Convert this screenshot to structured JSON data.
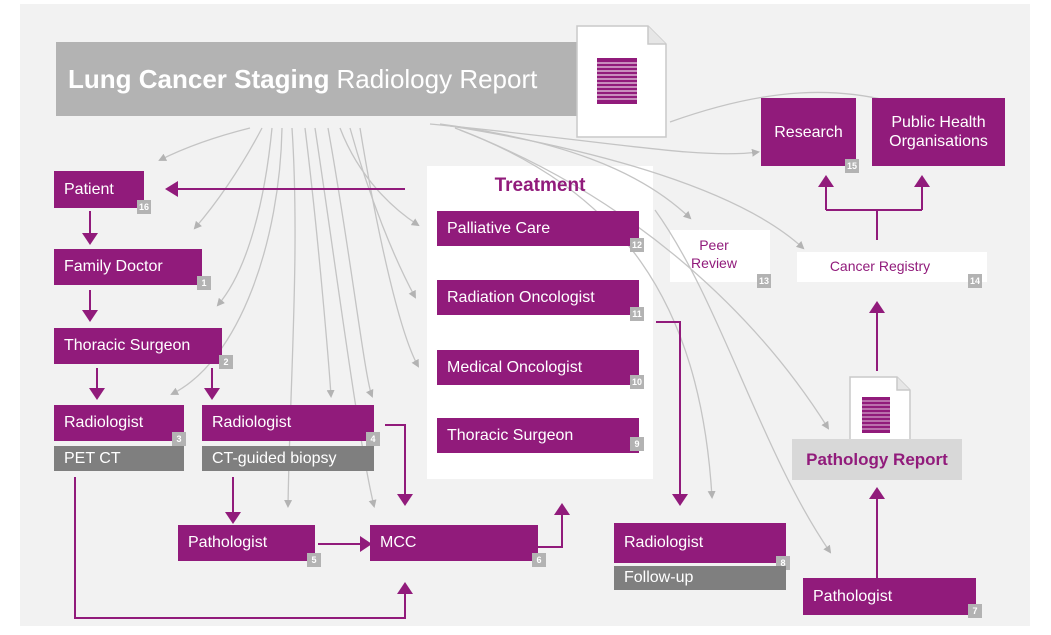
{
  "colors": {
    "brand": "#911b7b",
    "grey_bar": "#b3b3b3",
    "sub_bar": "#7f7f7f",
    "background": "#f2f2f2"
  },
  "header": {
    "title_bold": "Lung Cancer Staging",
    "title_rest": "Radiology Report",
    "doc_icon": "document-icon"
  },
  "nodes": {
    "patient": {
      "label": "Patient",
      "num": "16"
    },
    "family_doctor": {
      "label": "Family Doctor",
      "num": "1"
    },
    "thoracic_surgeon": {
      "label": "Thoracic Surgeon",
      "num": "2"
    },
    "radiologist_pet": {
      "label": "Radiologist",
      "sub": "PET CT",
      "num": "3"
    },
    "radiologist_ct": {
      "label": "Radiologist",
      "sub": "CT-guided biopsy",
      "num": "4"
    },
    "pathologist_5": {
      "label": "Pathologist",
      "num": "5"
    },
    "mcc": {
      "label": "MCC",
      "num": "6"
    },
    "pathologist_7": {
      "label": "Pathologist",
      "num": "7"
    },
    "radiologist_followup": {
      "label": "Radiologist",
      "sub": "Follow-up",
      "num": "8"
    },
    "research": {
      "label": "Research",
      "num": "15"
    },
    "public_health": {
      "label": "Public Health Organisations",
      "num": ""
    },
    "peer_review": {
      "label": "Peer Review",
      "num": "13"
    },
    "cancer_registry": {
      "label": "Cancer Registry",
      "num": "14"
    },
    "pathology_report": {
      "label": "Pathology Report"
    }
  },
  "treatment": {
    "title": "Treatment",
    "items": [
      {
        "label": "Palliative Care",
        "num": "12"
      },
      {
        "label": "Radiation Oncologist",
        "num": "11"
      },
      {
        "label": "Medical Oncologist",
        "num": "10"
      },
      {
        "label": "Thoracic Surgeon",
        "num": "9"
      }
    ]
  }
}
